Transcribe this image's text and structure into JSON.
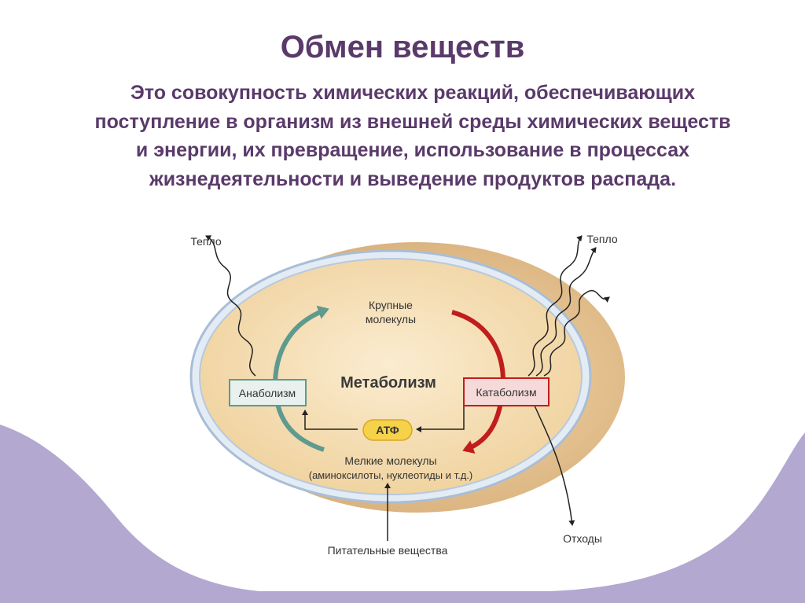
{
  "slide": {
    "title": "Обмен веществ",
    "definition_lines": [
      "Это совокупность химических реакций, обеспечивающих",
      "поступление в организм из внешней среды химических веществ",
      "и энергии, их превращение, использование в процессах",
      "жизнедеятельности и выведение продуктов распада."
    ]
  },
  "diagram": {
    "heat_left": "Тепло",
    "heat_right": "Тепло",
    "large_molecules_line1": "Крупные",
    "large_molecules_line2": "молекулы",
    "center_label": "Метаболизм",
    "anabolism": "Анаболизм",
    "catabolism": "Катаболизм",
    "atp": "АТФ",
    "small_molecules_line1": "Мелкие молекулы",
    "small_molecules_line2": "(аминоксилоты, нуклеотиды и т.д.)",
    "nutrients": "Питательные вещества",
    "waste": "Отходы"
  },
  "colors": {
    "title_text": "#5a3a6a",
    "background_wave": "#b2a8d0",
    "cell_fill": "#f7dfb2",
    "cell_border": "#b9c9dc",
    "anabolism_arrow": "#5e9a8e",
    "catabolism_arrow": "#c11d1d",
    "atp_fill": "#f5d24a"
  }
}
